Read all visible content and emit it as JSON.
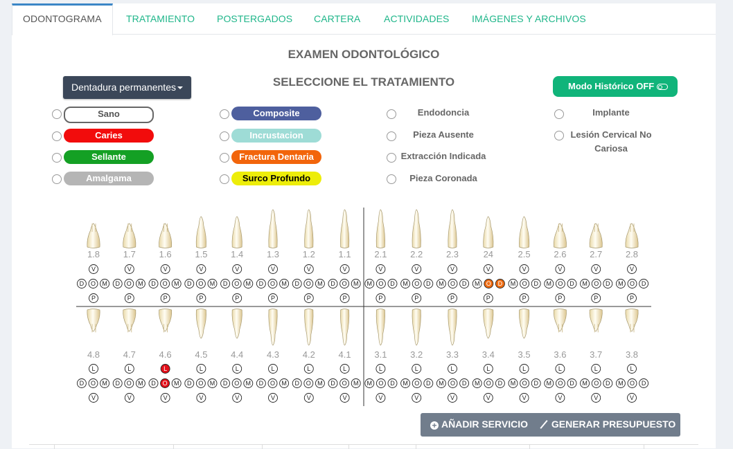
{
  "tabs": [
    {
      "label": "ODONTOGRAMA",
      "active": true
    },
    {
      "label": "TRATAMIENTO"
    },
    {
      "label": "POSTERGADOS"
    },
    {
      "label": "CARTERA"
    },
    {
      "label": "ACTIVIDADES"
    },
    {
      "label": "IMÁGENES Y ARCHIVOS"
    }
  ],
  "exam_title": "EXAMEN ODONTOLÓGICO",
  "select_title": "SELECCIONE EL TRATAMIENTO",
  "dentition_dropdown": "Dentadura permanentes",
  "history_button": "Modo Histórico OFF",
  "colors": {
    "accent": "#1fb68a",
    "dark_button": "#3b4759",
    "history": "#10b47a",
    "mark_orange": "#ef6c12",
    "mark_red": "#e3101a"
  },
  "treatments": {
    "col1": [
      {
        "label": "Sano",
        "color": "#ffffff",
        "style": "outline"
      },
      {
        "label": "Caries",
        "color": "#f20c0c"
      },
      {
        "label": "Sellante",
        "color": "#14a024"
      },
      {
        "label": "Amalgama",
        "color": "#b5b5b5"
      }
    ],
    "col2": [
      {
        "label": "Composite",
        "color": "#4e5f9e"
      },
      {
        "label": "Incrustacion",
        "color": "#9edcd6"
      },
      {
        "label": "Fractura Dentaria",
        "color": "#f2650b"
      },
      {
        "label": "Surco Profundo",
        "color": "#eded0a",
        "text_color": "#000000"
      }
    ],
    "col3": [
      "Endodoncia",
      "Pieza Ausente",
      "Extracción Indicada",
      "Pieza Coronada"
    ],
    "col4": [
      "Implante",
      "Lesión Cervical No Cariosa"
    ]
  },
  "odontogram": {
    "upper_teeth": [
      "1.8",
      "1.7",
      "1.6",
      "1.5",
      "1.4",
      "1.3",
      "1.2",
      "1.1",
      "2.1",
      "2.2",
      "2.3",
      "24",
      "2.5",
      "2.6",
      "2.7",
      "2.8"
    ],
    "lower_teeth": [
      "4.8",
      "4.7",
      "4.6",
      "4.5",
      "4.4",
      "4.3",
      "4.2",
      "4.1",
      "3.1",
      "3.2",
      "3.3",
      "3.4",
      "3.5",
      "3.6",
      "3.7",
      "3.8"
    ],
    "upper_top_letter": "V",
    "upper_bottom_letter": "P",
    "lower_top_letter": "L",
    "lower_bottom_letter": "V",
    "row_left": [
      "D",
      "O",
      "M"
    ],
    "row_right": [
      "M",
      "O",
      "D"
    ],
    "marks": [
      {
        "arch": "upper",
        "tooth": "24",
        "surfaces": [
          "O",
          "D"
        ],
        "treatment": "Fractura Dentaria"
      },
      {
        "arch": "lower",
        "tooth": "4.6",
        "surfaces": [
          "L",
          "O"
        ],
        "treatment": "Caries"
      }
    ]
  },
  "footer": {
    "add_service": "AÑADIR SERVICIO",
    "generate_budget": "GENERAR PRESUPUESTO"
  }
}
